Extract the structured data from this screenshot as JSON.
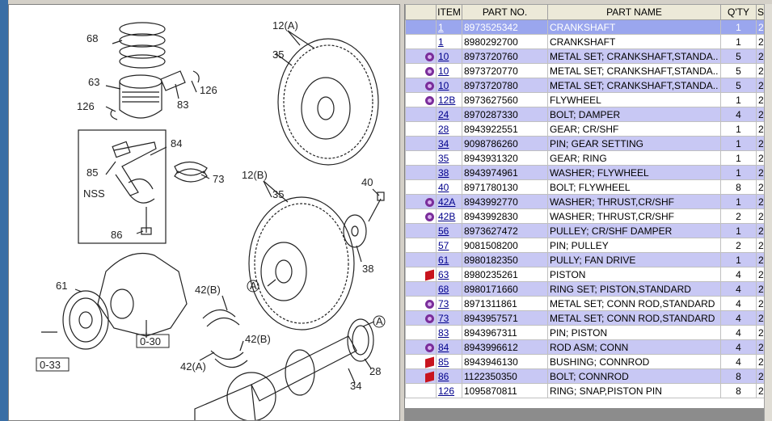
{
  "table": {
    "headers": [
      "",
      "ITEM",
      "PART NO.",
      "PART NAME",
      "Q'TY",
      "S"
    ],
    "rows": [
      {
        "icon": "",
        "item": "1",
        "part_no": "8973525342",
        "name": "CRANKSHAFT",
        "qty": "1",
        "s": "2"
      },
      {
        "icon": "",
        "item": "1",
        "part_no": "8980292700",
        "name": "CRANKSHAFT",
        "qty": "1",
        "s": "2"
      },
      {
        "icon": "gear-icon",
        "item": "10",
        "part_no": "8973720760",
        "name": "METAL SET; CRANKSHAFT,STANDA..",
        "qty": "5",
        "s": "2"
      },
      {
        "icon": "gear-icon",
        "item": "10",
        "part_no": "8973720770",
        "name": "METAL SET; CRANKSHAFT,STANDA..",
        "qty": "5",
        "s": "2"
      },
      {
        "icon": "gear-icon",
        "item": "10",
        "part_no": "8973720780",
        "name": "METAL SET; CRANKSHAFT,STANDA..",
        "qty": "5",
        "s": "2"
      },
      {
        "icon": "gear-icon",
        "item": "12B",
        "part_no": "8973627560",
        "name": "FLYWHEEL",
        "qty": "1",
        "s": "2"
      },
      {
        "icon": "",
        "item": "24",
        "part_no": "8970287330",
        "name": "BOLT; DAMPER",
        "qty": "4",
        "s": "2"
      },
      {
        "icon": "",
        "item": "28",
        "part_no": "8943922551",
        "name": "GEAR; CR/SHF",
        "qty": "1",
        "s": "2"
      },
      {
        "icon": "",
        "item": "34",
        "part_no": "9098786260",
        "name": "PIN; GEAR SETTING",
        "qty": "1",
        "s": "2"
      },
      {
        "icon": "",
        "item": "35",
        "part_no": "8943931320",
        "name": "GEAR; RING",
        "qty": "1",
        "s": "2"
      },
      {
        "icon": "",
        "item": "38",
        "part_no": "8943974961",
        "name": "WASHER; FLYWHEEL",
        "qty": "1",
        "s": "2"
      },
      {
        "icon": "",
        "item": "40",
        "part_no": "8971780130",
        "name": "BOLT; FLYWHEEL",
        "qty": "8",
        "s": "2"
      },
      {
        "icon": "gear-icon",
        "item": "42A",
        "part_no": "8943992770",
        "name": "WASHER; THRUST,CR/SHF",
        "qty": "1",
        "s": "2"
      },
      {
        "icon": "gear-icon",
        "item": "42B",
        "part_no": "8943992830",
        "name": "WASHER; THRUST,CR/SHF",
        "qty": "2",
        "s": "2"
      },
      {
        "icon": "",
        "item": "56",
        "part_no": "8973627472",
        "name": "PULLEY; CR/SHF DAMPER",
        "qty": "1",
        "s": "2"
      },
      {
        "icon": "",
        "item": "57",
        "part_no": "9081508200",
        "name": "PIN; PULLEY",
        "qty": "2",
        "s": "2"
      },
      {
        "icon": "",
        "item": "61",
        "part_no": "8980182350",
        "name": "PULLY; FAN DRIVE",
        "qty": "1",
        "s": "2"
      },
      {
        "icon": "book-icon",
        "item": "63",
        "part_no": "8980235261",
        "name": "PISTON",
        "qty": "4",
        "s": "2"
      },
      {
        "icon": "",
        "item": "68",
        "part_no": "8980171660",
        "name": "RING SET; PISTON,STANDARD",
        "qty": "4",
        "s": "2"
      },
      {
        "icon": "gear-icon",
        "item": "73",
        "part_no": "8971311861",
        "name": "METAL SET; CONN ROD,STANDARD",
        "qty": "4",
        "s": "2"
      },
      {
        "icon": "gear-icon",
        "item": "73",
        "part_no": "8943957571",
        "name": "METAL SET; CONN ROD,STANDARD",
        "qty": "4",
        "s": "2"
      },
      {
        "icon": "",
        "item": "83",
        "part_no": "8943967311",
        "name": "PIN; PISTON",
        "qty": "4",
        "s": "2"
      },
      {
        "icon": "gear-icon",
        "item": "84",
        "part_no": "8943996612",
        "name": "ROD ASM; CONN",
        "qty": "4",
        "s": "2"
      },
      {
        "icon": "book-icon",
        "item": "85",
        "part_no": "8943946130",
        "name": "BUSHING; CONNROD",
        "qty": "4",
        "s": "2"
      },
      {
        "icon": "book-icon",
        "item": "86",
        "part_no": "1122350350",
        "name": "BOLT; CONNROD",
        "qty": "8",
        "s": "2"
      },
      {
        "icon": "",
        "item": "126",
        "part_no": "1095870811",
        "name": "RING; SNAP,PISTON PIN",
        "qty": "8",
        "s": "2"
      }
    ]
  },
  "diagram": {
    "labels": {
      "l68": "68",
      "l63": "63",
      "l126a": "126",
      "l126b": "126",
      "l83": "83",
      "l84": "84",
      "l85": "85",
      "lnss": "NSS",
      "l73": "73",
      "l86": "86",
      "l12a": "12(A)",
      "l35a": "35",
      "l12b": "12(B)",
      "l35b": "35",
      "l40": "40",
      "l38": "38",
      "la1": "A",
      "la2": "A",
      "l61": "61",
      "l030": "0-30",
      "l033": "0-33",
      "l42b1": "42(B)",
      "l42b2": "42(B)",
      "l42a": "42(A)",
      "l28": "28",
      "l34": "34"
    }
  }
}
